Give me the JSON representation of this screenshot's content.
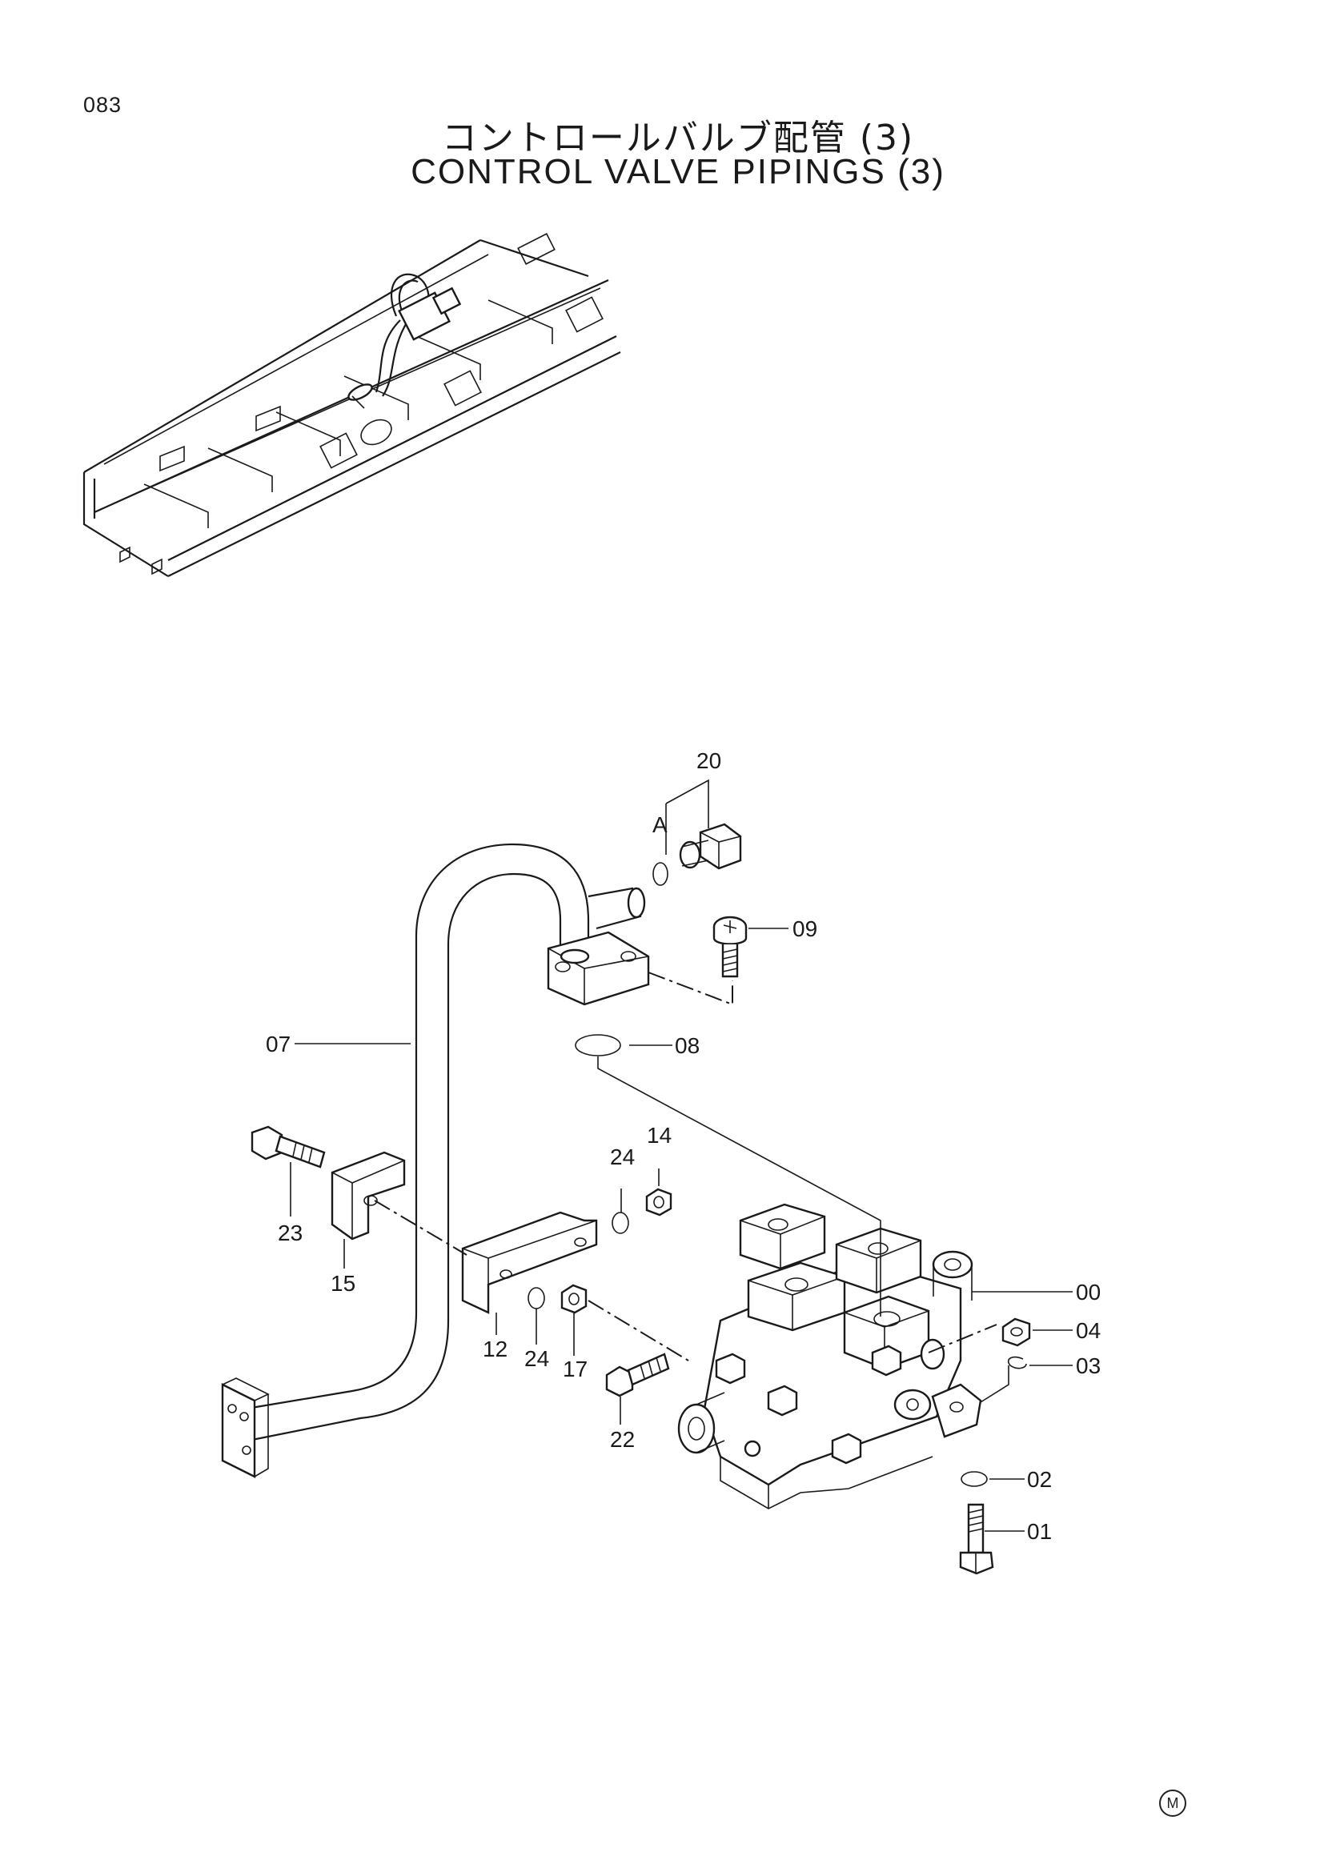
{
  "page": {
    "number": "083",
    "title_jp": "コントロールバルブ配管 (3)",
    "title_en": "CONTROL VALVE PIPINGS (3)",
    "mark": "M"
  },
  "callouts": {
    "c00": "00",
    "c01": "01",
    "c02": "02",
    "c03": "03",
    "c04": "04",
    "c07": "07",
    "c08": "08",
    "c09": "09",
    "c12": "12",
    "c14": "14",
    "c15": "15",
    "c17": "17",
    "c20": "20",
    "c22": "22",
    "c23": "23",
    "c24a": "24",
    "c24b": "24",
    "cA": "A"
  }
}
